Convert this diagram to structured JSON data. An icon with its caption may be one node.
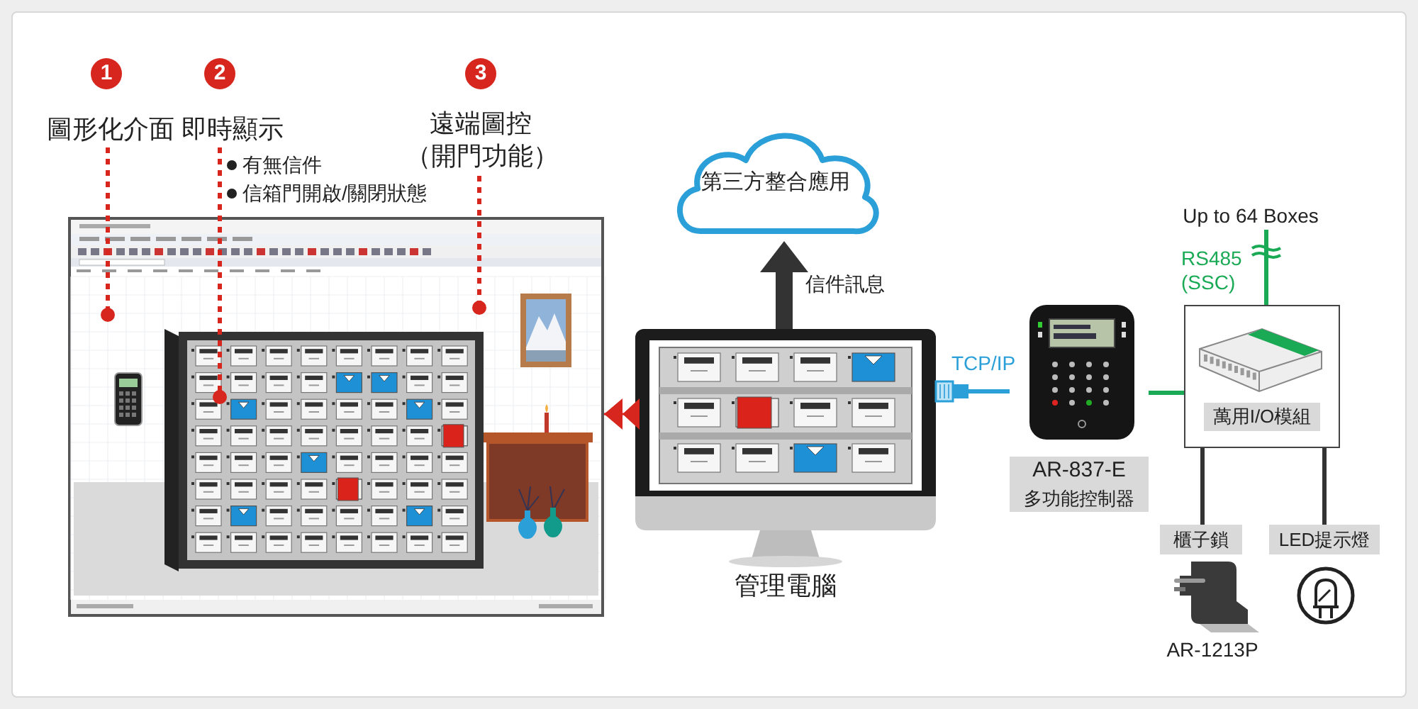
{
  "diagram": {
    "nodes": [
      {
        "text": [
          "圖形化介面"
        ]
      },
      {
        "text": [
          "即時顯示"
        ]
      },
      {
        "text": [
          "遠端圖控（開門功能）"
        ]
      },
      {
        "text": [],
        "shape": "picture"
      },
      {
        "text": [
          "管理電腦"
        ]
      },
      {
        "text": [
          "第三方整合應用"
        ]
      },
      {
        "text": [
          "AR-837-E",
          "多功能控制器"
        ]
      },
      {
        "text": [
          "萬用I/O模組"
        ]
      },
      {
        "text": [
          "櫃子鎖"
        ]
      },
      {
        "text": [
          "LED提示燈"
        ]
      },
      {
        "text": [
          "Up to 64 Boxes"
        ]
      }
    ],
    "edges": [
      {
        "from": 0,
        "to": 3,
        "arrow": "other",
        "style": "dashed",
        "color": "#d7261e"
      },
      {
        "from": 1,
        "to": 3,
        "arrow": "other",
        "style": "dashed",
        "color": "#d7261e"
      },
      {
        "from": 2,
        "to": 3,
        "arrow": "other",
        "style": "dashed",
        "color": "#d7261e"
      },
      {
        "from": 4,
        "to": 3,
        "arrow": "to",
        "color": "#d7261e"
      },
      {
        "from": 4,
        "to": 5,
        "arrow": "to",
        "label": "信件訊息",
        "style": "thick",
        "color": "#333333"
      },
      {
        "from": 6,
        "to": 4,
        "arrow": "other",
        "label": "TCP/IP",
        "color": "#2a9fd8"
      },
      {
        "from": 6,
        "to": 7,
        "arrow": "none",
        "color": "#1aaa55"
      },
      {
        "from": 7,
        "to": 8,
        "arrow": "none",
        "color": "#333333"
      },
      {
        "from": 7,
        "to": 9,
        "arrow": "none",
        "color": "#333333"
      },
      {
        "from": 7,
        "to": 10,
        "arrow": "none",
        "label": "RS485 (SSC)",
        "color": "#1aaa55"
      }
    ],
    "labels": [
      "1",
      "2",
      "3",
      "有無信件",
      "信箱門開啟/關閉狀態",
      "AR-1213P"
    ]
  }
}
